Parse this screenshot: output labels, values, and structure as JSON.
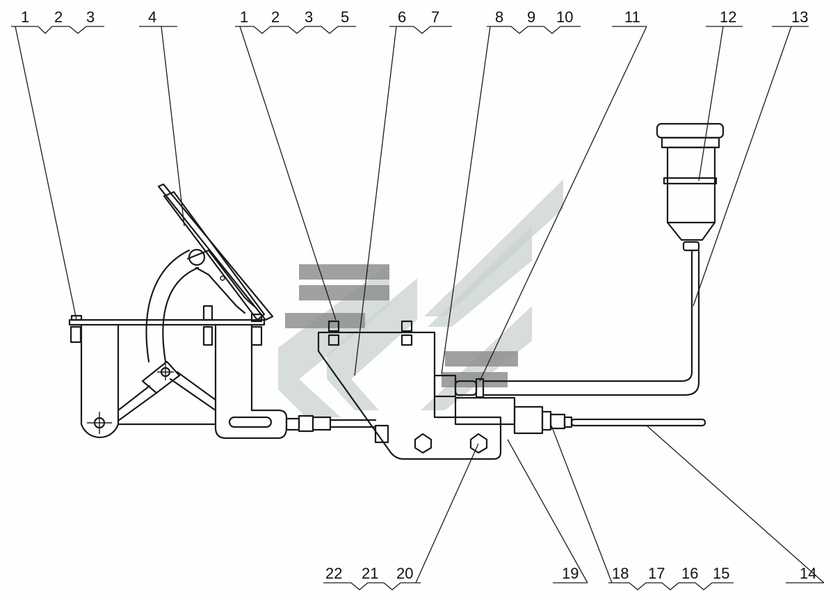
{
  "callouts": {
    "top_1_2_3": [
      "1",
      "2",
      "3"
    ],
    "top_4": "4",
    "top_1_2_3_5": [
      "1",
      "2",
      "3",
      "5"
    ],
    "top_6_7": [
      "6",
      "7"
    ],
    "top_8_9_10": [
      "8",
      "9",
      "10"
    ],
    "top_11": "11",
    "top_12": "12",
    "top_13": "13",
    "bottom_22_21_20": [
      "22",
      "21",
      "20"
    ],
    "bottom_19": "19",
    "bottom_18_17_16_15": [
      "18",
      "17",
      "16",
      "15"
    ],
    "bottom_14": "14"
  },
  "colors": {
    "line": "#1a1a1a",
    "watermark_dark": "#8f8f8f",
    "watermark_light": "#c8d2d0"
  }
}
